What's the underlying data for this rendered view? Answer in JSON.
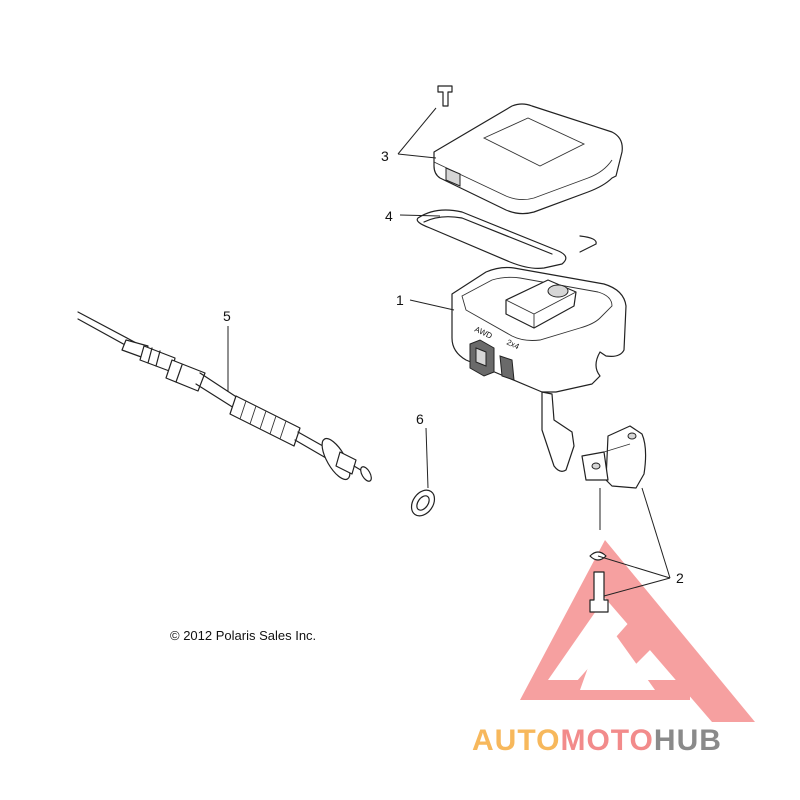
{
  "callouts": {
    "c1": "1",
    "c2": "2",
    "c3": "3",
    "c4": "4",
    "c5": "5",
    "c6": "6"
  },
  "switch_labels": {
    "awd": "AWD",
    "two_four": "2x4"
  },
  "copyright": "© 2012 Polaris Sales Inc.",
  "watermark": {
    "part_a": "AUTO",
    "part_b": "MOTO",
    "part_c": "HUB",
    "color_a": "#f7b85c",
    "color_b": "#f28b8b",
    "color_c": "#8a8a8a",
    "triangle_color": "#f26b6b"
  }
}
